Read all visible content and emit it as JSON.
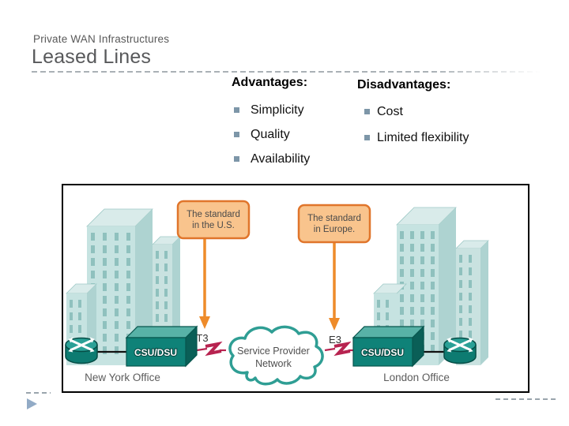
{
  "slide": {
    "pretitle": "Private WAN Infrastructures",
    "title": "Leased Lines"
  },
  "advantages": {
    "heading": "Advantages:",
    "items": [
      "Simplicity",
      "Quality",
      "Availability"
    ]
  },
  "disadvantages": {
    "heading": "Disadvantages:",
    "items": [
      "Cost",
      "Limited flexibility"
    ]
  },
  "diagram": {
    "callout_us": {
      "line1": "The standard",
      "line2": "in the U.S."
    },
    "callout_eu": {
      "line1": "The standard",
      "line2": "in Europe."
    },
    "link_us": "T3",
    "link_eu": "E3",
    "cloud": {
      "line1": "Service Provider",
      "line2": "Network"
    },
    "csu_left": "CSU/DSU",
    "csu_right": "CSU/DSU",
    "site_left": "New York Office",
    "site_right": "London Office"
  },
  "colors": {
    "device_teal": "#0f8278",
    "device_teal_top": "#58b2a7",
    "device_teal_side": "#0a5f57",
    "router_top": "#2aa096",
    "router_body": "#0d7b71",
    "building_front": "#c6e3e1",
    "building_side": "#aed3d1",
    "building_top": "#d9ebea",
    "window": "#8fc1be",
    "cloud_stroke": "#2f9e94",
    "link_red": "#b72350",
    "arrow_orange": "#ee8b2a",
    "callout_fill": "#f9c48d",
    "callout_border": "#e0752b",
    "bullet": "#7d96a8",
    "title_gray": "#595959"
  }
}
